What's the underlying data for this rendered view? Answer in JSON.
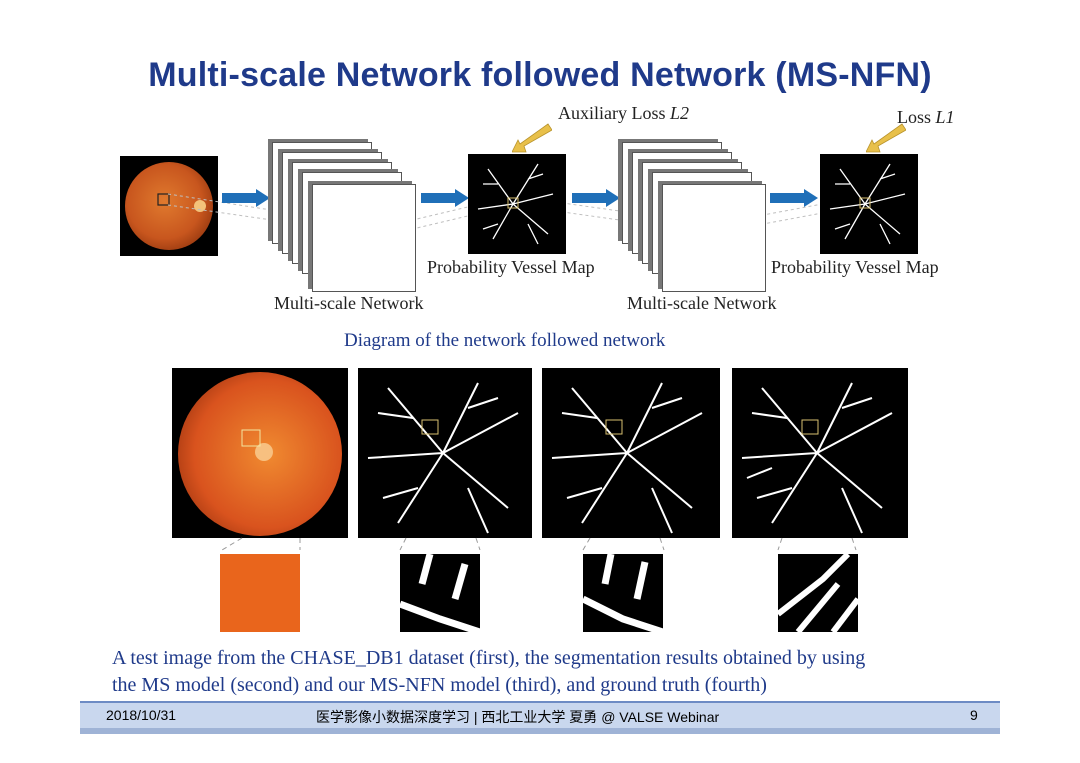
{
  "title": "Multi-scale Network followed Network (MS-NFN)",
  "diagram": {
    "aux_loss_label": "Auxiliary Loss",
    "aux_loss_symbol": "L2",
    "loss_label": "Loss",
    "loss_symbol": "L1",
    "prob_map_label_1": "Probability Vessel Map",
    "prob_map_label_2": "Probability Vessel Map",
    "ms_network_label_1": "Multi-scale Network",
    "ms_network_label_2": "Multi-scale Network",
    "caption": "Diagram of the network followed network"
  },
  "results": {
    "caption_line1": "A test image from the CHASE_DB1 dataset (first), the segmentation results obtained by using",
    "caption_line2": "the MS model (second) and our MS-NFN model (third), and ground truth (fourth)"
  },
  "footer": {
    "date": "2018/10/31",
    "center": "医学影像小数据深度学习 | 西北工业大学 夏勇 @ VALSE Webinar",
    "page": "9"
  },
  "colors": {
    "title": "#1f3a8a",
    "arrow_blue": "#1f6fb8",
    "loss_arrow": "#e8c04a",
    "fundus": "#d9531e",
    "footer_bg": "#c9d7ee"
  }
}
